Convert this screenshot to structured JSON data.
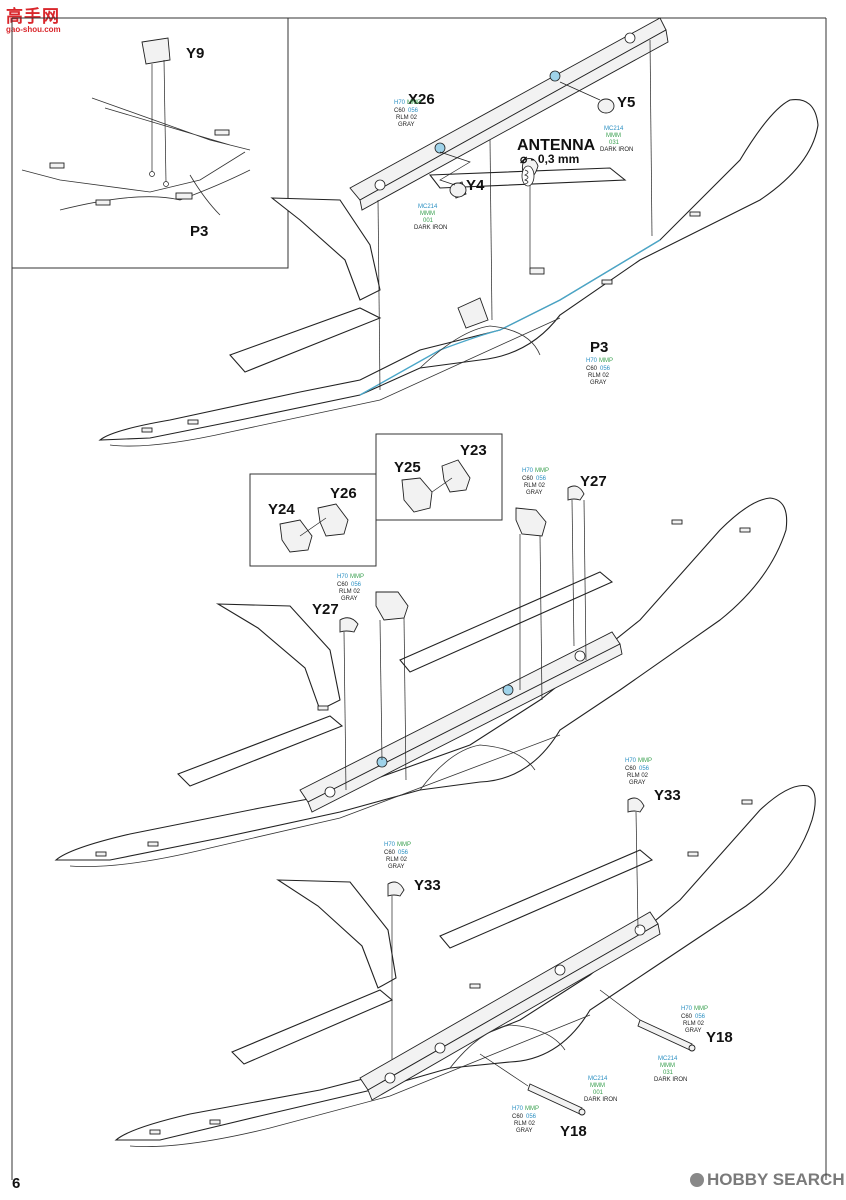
{
  "watermark_top": {
    "cn": "高手网",
    "url": "gao-shou.com"
  },
  "watermark_bottom": "HOBBY SEARCH",
  "page_number": "6",
  "antenna": {
    "title": "ANTENNA",
    "size": "⌀ - 0,3 mm"
  },
  "parts": {
    "y9": "Y9",
    "p3_inset": "P3",
    "p3_main": "P3",
    "x26": "X26",
    "y4": "Y4",
    "y5": "Y5",
    "y23": "Y23",
    "y25": "Y25",
    "y24": "Y24",
    "y26": "Y26",
    "y27_a": "Y27",
    "y27_b": "Y27",
    "y33_a": "Y33",
    "y33_b": "Y33",
    "y18_a": "Y18",
    "y18_b": "Y18"
  },
  "colors": {
    "gray": {
      "h": "H70",
      "m": "MMP",
      "c": "C60",
      "n": "056",
      "rlm": "RLM 02",
      "name": "GRAY"
    },
    "iron": {
      "mc": "MC214",
      "mmm": "MMM",
      "n": "001",
      "name": "DARK IRON"
    },
    "iron_b": {
      "mc": "MC214",
      "mmm": "MMM",
      "n": "031",
      "name": "DARK IRON"
    }
  }
}
